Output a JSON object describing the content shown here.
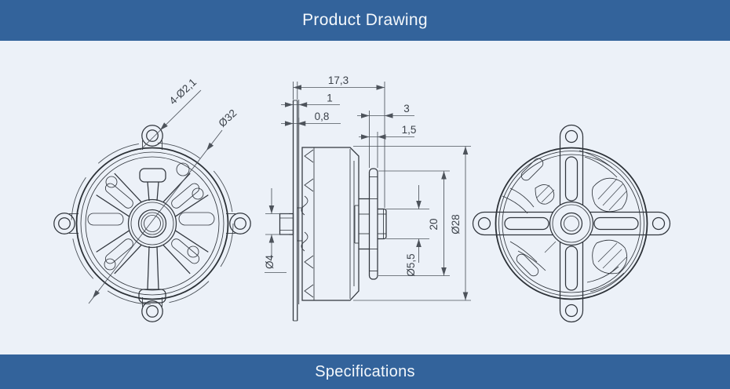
{
  "header": {
    "title": "Product Drawing"
  },
  "footer": {
    "title": "Specifications"
  },
  "views": {
    "front": {
      "dim_mount_holes": "4-Ø2,1",
      "dim_bolt_circle": "Ø32"
    },
    "side": {
      "dim_overall_length": "17,3",
      "dim_step": "1",
      "dim_flange_thickness": "0,8",
      "dim_shaft_protrusion": "3",
      "dim_mount_plate_thickness": "1,5",
      "dim_slot_spacing": "20",
      "dim_body_diameter": "Ø28",
      "dim_prop_boss_diameter": "Ø5,5",
      "dim_shaft_diameter": "Ø4"
    }
  },
  "colors": {
    "banner_blue": "#33639B",
    "background": "#ECF1F8",
    "line_dark": "#31363D",
    "dim_line": "#4D535B",
    "banner_text": "#F4F8FC"
  }
}
